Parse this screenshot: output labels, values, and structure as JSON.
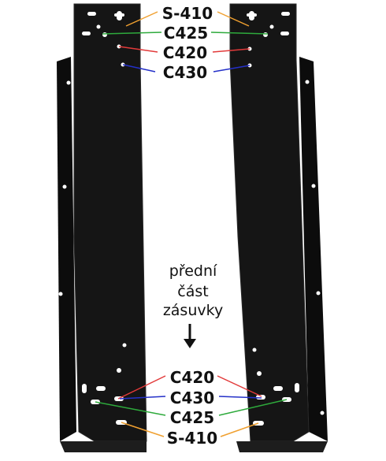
{
  "labels": {
    "top": [
      "S-410",
      "C425",
      "C420",
      "C430"
    ],
    "bottom": [
      "C420",
      "C430",
      "C425",
      "S-410"
    ]
  },
  "note": {
    "lines": [
      "přední",
      "část",
      "zásuvky"
    ],
    "arrow_glyph": "↓"
  },
  "colors": {
    "S-410": "#f0a030",
    "C425": "#2eaa3c",
    "C420": "#e23a3a",
    "C430": "#2430c8",
    "bracket": "#151515",
    "bracket_edge": "#2a2a2a",
    "hole": "#ffffff"
  }
}
